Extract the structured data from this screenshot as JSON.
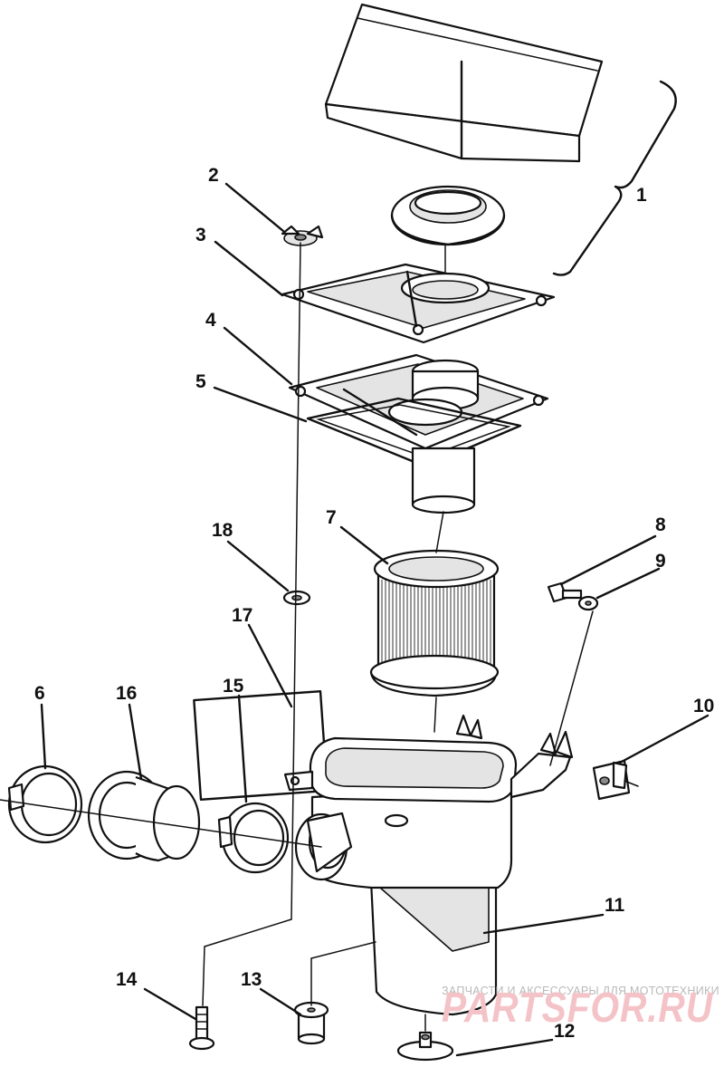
{
  "callouts": {
    "c1": "1",
    "c2": "2",
    "c3": "3",
    "c4": "4",
    "c5": "5",
    "c6": "6",
    "c7": "7",
    "c8": "8",
    "c9": "9",
    "c10": "10",
    "c11": "11",
    "c12": "12",
    "c13": "13",
    "c14": "14",
    "c15": "15",
    "c16": "16",
    "c17": "17",
    "c18": "18"
  },
  "watermark": {
    "tagline": "ЗАПЧАСТИ И АКСЕССУАРЫ ДЛЯ МОТОТЕХНИКИ",
    "brand": "PARTSFOR.RU"
  },
  "colors": {
    "ink": "#111111",
    "watermark_brand": "#f4c3c8",
    "watermark_tagline": "#b9b9b9"
  }
}
